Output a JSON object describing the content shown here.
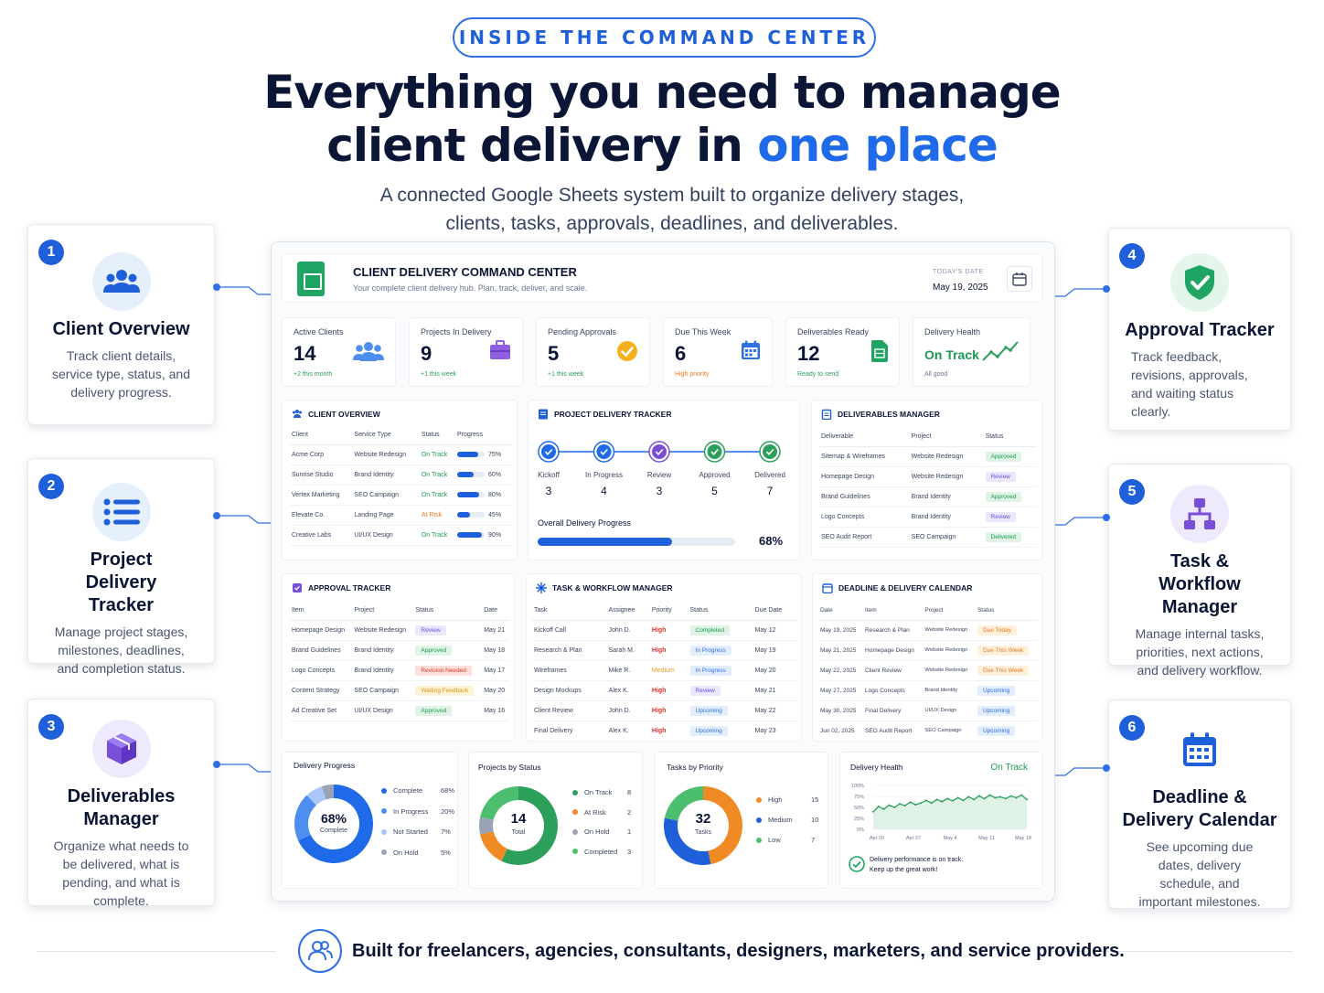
{
  "header": {
    "pill": "INSIDE THE COMMAND CENTER",
    "headline_1": "Everything you need to manage",
    "headline_2a": "client delivery in ",
    "headline_2b": "one place",
    "subhead_1": "A connected Google Sheets system built to organize delivery stages,",
    "subhead_2": "clients, tasks, approvals, deadlines, and deliverables."
  },
  "features": [
    {
      "num": "1",
      "title": "Client Overview",
      "desc": "Track client details, service type, status, and delivery progress.",
      "icon": "users-icon"
    },
    {
      "num": "2",
      "title": "Project Delivery Tracker",
      "desc": "Manage project stages, milestones, deadlines, and completion status.",
      "icon": "list-icon"
    },
    {
      "num": "3",
      "title": "Deliverables Manager",
      "desc": "Organize what needs to be delivered, what is pending, and what is complete.",
      "icon": "box-icon"
    },
    {
      "num": "4",
      "title": "Approval Tracker",
      "desc": "Track feedback, revisions, approvals, and waiting status clearly.",
      "icon": "shield-check-icon"
    },
    {
      "num": "5",
      "title": "Task & Workflow Manager",
      "desc": "Manage internal tasks, priorities, next actions, and delivery workflow.",
      "icon": "workflow-icon"
    },
    {
      "num": "6",
      "title": "Deadline & Delivery Calendar",
      "desc": "See upcoming due dates, delivery schedule, and important milestones.",
      "icon": "calendar-icon"
    }
  ],
  "dashboard": {
    "title": "CLIENT DELIVERY COMMAND CENTER",
    "subtitle": "Your complete client delivery hub. Plan, track, deliver, and scale.",
    "date_label": "TODAY'S DATE",
    "date": "May 19, 2025",
    "kpis": [
      {
        "label": "Active Clients",
        "value": "14",
        "note": "+2 this month",
        "icon": "users-icon",
        "note_color": "#2ca05a"
      },
      {
        "label": "Projects In Delivery",
        "value": "9",
        "note": "+1 this week",
        "icon": "briefcase-icon",
        "note_color": "#2ca05a"
      },
      {
        "label": "Pending Approvals",
        "value": "5",
        "note": "+1 this week",
        "icon": "check-circle-icon",
        "note_color": "#2ca05a"
      },
      {
        "label": "Due This Week",
        "value": "6",
        "note": "High priority",
        "icon": "calendar-icon",
        "note_color": "#e6781f"
      },
      {
        "label": "Deliverables Ready",
        "value": "12",
        "note": "Ready to send",
        "icon": "sheet-icon",
        "note_color": "#2ca05a"
      },
      {
        "label": "Delivery Health",
        "value": "On Track",
        "note": "All good",
        "icon": "trend-icon",
        "note_color": "#6b7490"
      }
    ],
    "client_overview": {
      "title": "CLIENT OVERVIEW",
      "columns": [
        "Client",
        "Service Type",
        "Status",
        "Progress"
      ],
      "rows": [
        {
          "client": "Acme Corp",
          "service": "Website Redesign",
          "status": "On Track",
          "progress": 75,
          "progress_label": "75%"
        },
        {
          "client": "Sunrise Studio",
          "service": "Brand Identity",
          "status": "On Track",
          "progress": 60,
          "progress_label": "60%"
        },
        {
          "client": "Vertex Marketing",
          "service": "SEO Campaign",
          "status": "On Track",
          "progress": 80,
          "progress_label": "80%"
        },
        {
          "client": "Elevate Co.",
          "service": "Landing Page",
          "status": "At Risk",
          "progress": 45,
          "progress_label": "45%"
        },
        {
          "client": "Creative Labs",
          "service": "UI/UX Design",
          "status": "On Track",
          "progress": 90,
          "progress_label": "90%"
        }
      ]
    },
    "project_tracker": {
      "title": "PROJECT DELIVERY TRACKER",
      "stages": [
        {
          "name": "Kickoff",
          "count": "3",
          "color": "#1f6ae8"
        },
        {
          "name": "In Progress",
          "count": "4",
          "color": "#1f6ae8"
        },
        {
          "name": "Review",
          "count": "3",
          "color": "#7a4fd8"
        },
        {
          "name": "Approved",
          "count": "5",
          "color": "#2ca05a"
        },
        {
          "name": "Delivered",
          "count": "7",
          "color": "#2ca05a"
        }
      ],
      "overall_label": "Overall Delivery Progress",
      "overall_value": 68,
      "overall_text": "68%"
    },
    "deliverables": {
      "title": "DELIVERABLES MANAGER",
      "columns": [
        "Deliverable",
        "Project",
        "Status"
      ],
      "rows": [
        {
          "item": "Sitemap & Wireframes",
          "project": "Website Redesign",
          "status": "Approved",
          "tag": "t-green"
        },
        {
          "item": "Homepage Design",
          "project": "Website Redesign",
          "status": "Review",
          "tag": "t-purple"
        },
        {
          "item": "Brand Guidelines",
          "project": "Brand Identity",
          "status": "Approved",
          "tag": "t-green"
        },
        {
          "item": "Logo Concepts",
          "project": "Brand Identity",
          "status": "Review",
          "tag": "t-purple"
        },
        {
          "item": "SEO Audit Report",
          "project": "SEO Campaign",
          "status": "Delivered",
          "tag": "t-green"
        }
      ]
    },
    "approval_tracker": {
      "title": "APPROVAL TRACKER",
      "columns": [
        "Item",
        "Project",
        "Status",
        "Date"
      ],
      "rows": [
        {
          "item": "Homepage Design",
          "project": "Website Redesign",
          "status": "Review",
          "tag": "t-purple",
          "date": "May 21"
        },
        {
          "item": "Brand Guidelines",
          "project": "Brand Identity",
          "status": "Approved",
          "tag": "t-green",
          "date": "May 18"
        },
        {
          "item": "Logo Concepts",
          "project": "Brand Identity",
          "status": "Revision Needed",
          "tag": "t-red",
          "date": "May 17"
        },
        {
          "item": "Content Strategy",
          "project": "SEO Campaign",
          "status": "Waiting Feedback",
          "tag": "t-yellow",
          "date": "May 20"
        },
        {
          "item": "Ad Creative Set",
          "project": "UI/UX Design",
          "status": "Approved",
          "tag": "t-green",
          "date": "May 16"
        }
      ]
    },
    "task_manager": {
      "title": "TASK & WORKFLOW MANAGER",
      "columns": [
        "Task",
        "Assignee",
        "Priority",
        "Status",
        "Due Date"
      ],
      "rows": [
        {
          "task": "Kickoff Call",
          "assignee": "John D.",
          "priority": "High",
          "prio": "prio-h",
          "status": "Completed",
          "tag": "t-green",
          "due": "May 12"
        },
        {
          "task": "Research & Plan",
          "assignee": "Sarah M.",
          "priority": "High",
          "prio": "prio-h",
          "status": "In Progress",
          "tag": "t-blue",
          "due": "May 19"
        },
        {
          "task": "Wireframes",
          "assignee": "Mike R.",
          "priority": "Medium",
          "prio": "prio-m",
          "status": "In Progress",
          "tag": "t-blue",
          "due": "May 20"
        },
        {
          "task": "Design Mockups",
          "assignee": "Alex K.",
          "priority": "High",
          "prio": "prio-h",
          "status": "Review",
          "tag": "t-purple",
          "due": "May 21"
        },
        {
          "task": "Client Review",
          "assignee": "John D.",
          "priority": "High",
          "prio": "prio-h",
          "status": "Upcoming",
          "tag": "t-blue",
          "due": "May 22"
        },
        {
          "task": "Final Delivery",
          "assignee": "Alex K.",
          "priority": "High",
          "prio": "prio-h",
          "status": "Upcoming",
          "tag": "t-blue",
          "due": "May 23"
        }
      ]
    },
    "calendar": {
      "title": "DEADLINE & DELIVERY CALENDAR",
      "columns": [
        "Date",
        "Item",
        "Project",
        "Status"
      ],
      "rows": [
        {
          "date": "May 19, 2025",
          "item": "Research & Plan",
          "project": "Website Redesign",
          "status": "Due Today",
          "tag": "t-orangeT"
        },
        {
          "date": "May 21, 2025",
          "item": "Homepage Design",
          "project": "Website Redesign",
          "status": "Due This Week",
          "tag": "t-orangeT"
        },
        {
          "date": "May 22, 2025",
          "item": "Client Review",
          "project": "Website Redesign",
          "status": "Due This Week",
          "tag": "t-orangeT"
        },
        {
          "date": "May 27, 2025",
          "item": "Logo Concepts",
          "project": "Brand Identity",
          "status": "Upcoming",
          "tag": "t-blue"
        },
        {
          "date": "May 30, 2025",
          "item": "Final Delivery",
          "project": "UI/UX Design",
          "status": "Upcoming",
          "tag": "t-blue"
        },
        {
          "date": "Jun 02, 2025",
          "item": "SEO Audit Report",
          "project": "SEO Campaign",
          "status": "Upcoming",
          "tag": "t-blue"
        }
      ]
    },
    "delivery_progress": {
      "title": "Delivery Progress",
      "center_value": "68%",
      "center_label": "Complete"
    },
    "projects_by_status": {
      "title": "Projects by Status",
      "center_value": "14",
      "center_label": "Total"
    },
    "tasks_by_priority": {
      "title": "Tasks by Priority",
      "center_value": "32",
      "center_label": "Tasks"
    },
    "delivery_health": {
      "title": "Delivery Health",
      "status": "On Track",
      "message_1": "Delivery performance is on track.",
      "message_2": "Keep up the great work!"
    }
  },
  "chart_data": [
    {
      "type": "pie",
      "title": "Delivery Progress",
      "categories": [
        "Complete",
        "In Progress",
        "Not Started",
        "On Hold"
      ],
      "values": [
        68,
        20,
        7,
        5
      ],
      "value_labels": [
        "68%",
        "20%",
        "7%",
        "5%"
      ],
      "colors": [
        "#1f6ae8",
        "#4d8ef0",
        "#a9c8f7",
        "#9aa3b5"
      ]
    },
    {
      "type": "pie",
      "title": "Projects by Status",
      "categories": [
        "On Track",
        "At Risk",
        "On Hold",
        "Completed"
      ],
      "values": [
        8,
        2,
        1,
        3
      ],
      "value_labels": [
        "8",
        "2",
        "1",
        "3"
      ],
      "colors": [
        "#2ca05a",
        "#f08a24",
        "#9aa3b5",
        "#4cbf6e"
      ]
    },
    {
      "type": "pie",
      "title": "Tasks by Priority",
      "categories": [
        "High",
        "Medium",
        "Low"
      ],
      "values": [
        15,
        10,
        7
      ],
      "value_labels": [
        "15",
        "10",
        "7"
      ],
      "colors": [
        "#f08a24",
        "#1f5fd9",
        "#4cbf6e"
      ]
    },
    {
      "type": "line",
      "title": "Delivery Health",
      "x_ticks": [
        "Apr 20",
        "Apr 27",
        "May 4",
        "May 11",
        "May 18"
      ],
      "y_ticks": [
        "100%",
        "75%",
        "50%",
        "25%",
        "0%"
      ],
      "ylim": [
        0,
        100
      ],
      "values": [
        40,
        52,
        46,
        55,
        50,
        58,
        54,
        62,
        56,
        60,
        66,
        60,
        68,
        63,
        70,
        65,
        72,
        66,
        74,
        68,
        76,
        70,
        78,
        72,
        74,
        70,
        76,
        72,
        78,
        68
      ],
      "color": "#2ca05a"
    }
  ],
  "footer": {
    "text": "Built for freelancers, agencies, consultants, designers, marketers, and service providers."
  }
}
